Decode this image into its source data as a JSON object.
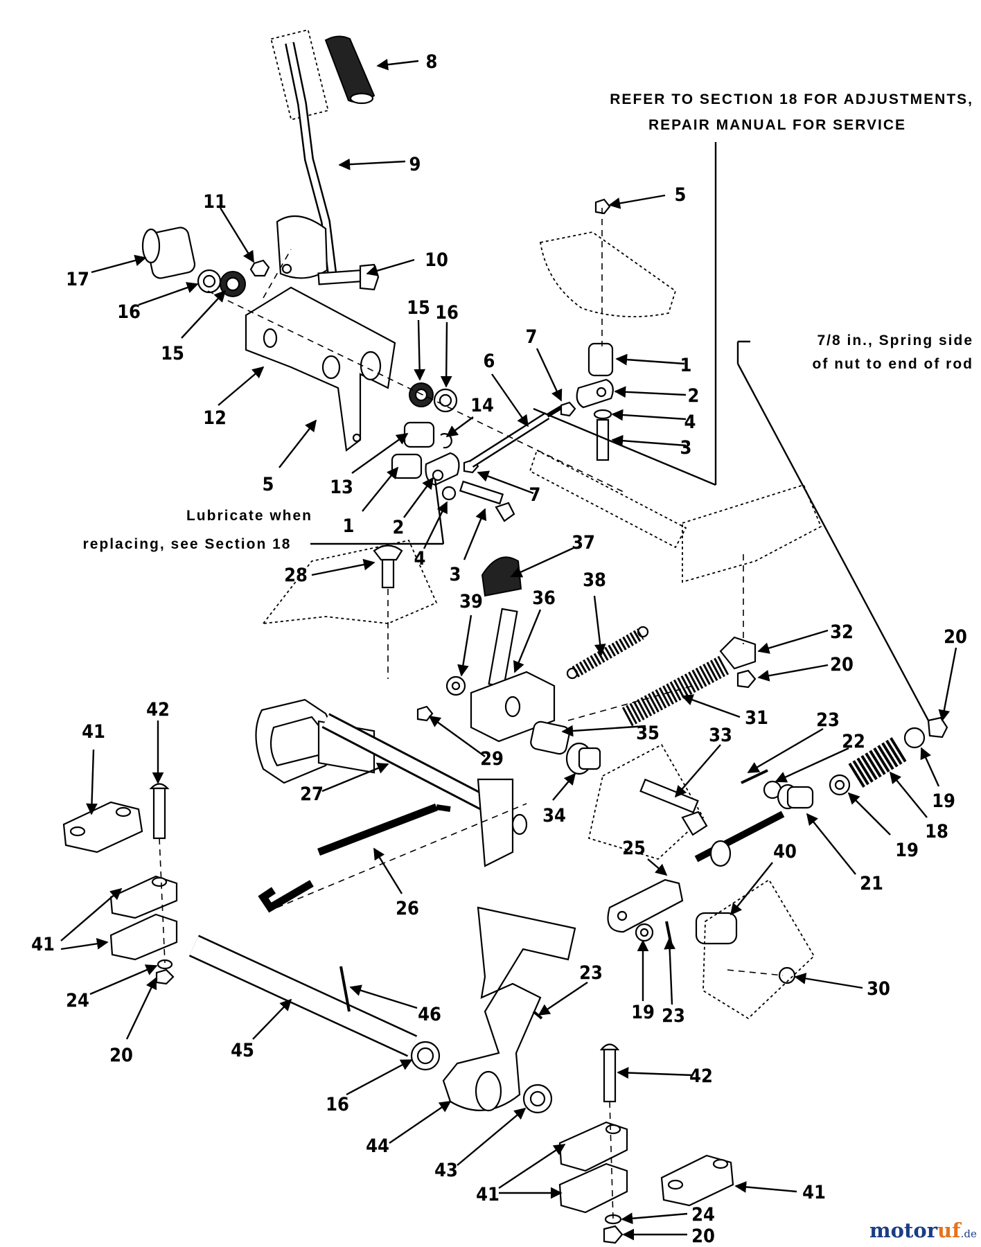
{
  "notes": {
    "refer_line1": "REFER TO SECTION 18 FOR ADJUSTMENTS,",
    "refer_line2": "REPAIR MANUAL FOR SERVICE",
    "spring_line1": "7/8 in., Spring  side",
    "spring_line2": "of nut to end of rod",
    "lube_line1": "Lubricate when",
    "lube_line2": "replacing, see Section 18"
  },
  "callouts": [
    {
      "id": "c-8",
      "text": "8"
    },
    {
      "id": "c-9",
      "text": "9"
    },
    {
      "id": "c-11",
      "text": "11"
    },
    {
      "id": "c-10",
      "text": "10"
    },
    {
      "id": "c-17",
      "text": "17"
    },
    {
      "id": "c-16a",
      "text": "16"
    },
    {
      "id": "c-15a",
      "text": "15"
    },
    {
      "id": "c-12",
      "text": "12"
    },
    {
      "id": "c-15b",
      "text": "15"
    },
    {
      "id": "c-16b",
      "text": "16"
    },
    {
      "id": "c-14",
      "text": "14"
    },
    {
      "id": "c-6",
      "text": "6"
    },
    {
      "id": "c-7a",
      "text": "7"
    },
    {
      "id": "c-5a",
      "text": "5"
    },
    {
      "id": "c-1a",
      "text": "1"
    },
    {
      "id": "c-2a",
      "text": "2"
    },
    {
      "id": "c-4a",
      "text": "4"
    },
    {
      "id": "c-3a",
      "text": "3"
    },
    {
      "id": "c-5b",
      "text": "5"
    },
    {
      "id": "c-13",
      "text": "13"
    },
    {
      "id": "c-7b",
      "text": "7"
    },
    {
      "id": "c-1b",
      "text": "1"
    },
    {
      "id": "c-2b",
      "text": "2"
    },
    {
      "id": "c-4b",
      "text": "4"
    },
    {
      "id": "c-3b",
      "text": "3"
    },
    {
      "id": "c-37",
      "text": "37"
    },
    {
      "id": "c-28",
      "text": "28"
    },
    {
      "id": "c-39",
      "text": "39"
    },
    {
      "id": "c-36",
      "text": "36"
    },
    {
      "id": "c-38",
      "text": "38"
    },
    {
      "id": "c-32",
      "text": "32"
    },
    {
      "id": "c-20a",
      "text": "20"
    },
    {
      "id": "c-20b",
      "text": "20"
    },
    {
      "id": "c-31",
      "text": "31"
    },
    {
      "id": "c-35",
      "text": "35"
    },
    {
      "id": "c-29",
      "text": "29"
    },
    {
      "id": "c-33",
      "text": "33"
    },
    {
      "id": "c-23a",
      "text": "23"
    },
    {
      "id": "c-22",
      "text": "22"
    },
    {
      "id": "c-19a",
      "text": "19"
    },
    {
      "id": "c-18",
      "text": "18"
    },
    {
      "id": "c-19b",
      "text": "19"
    },
    {
      "id": "c-21",
      "text": "21"
    },
    {
      "id": "c-40",
      "text": "40"
    },
    {
      "id": "c-25",
      "text": "25"
    },
    {
      "id": "c-27",
      "text": "27"
    },
    {
      "id": "c-34",
      "text": "34"
    },
    {
      "id": "c-26",
      "text": "26"
    },
    {
      "id": "c-41a",
      "text": "41"
    },
    {
      "id": "c-42a",
      "text": "42"
    },
    {
      "id": "c-41b",
      "text": "41"
    },
    {
      "id": "c-24a",
      "text": "24"
    },
    {
      "id": "c-20c",
      "text": "20"
    },
    {
      "id": "c-46",
      "text": "46"
    },
    {
      "id": "c-45",
      "text": "45"
    },
    {
      "id": "c-23b",
      "text": "23"
    },
    {
      "id": "c-19c",
      "text": "19"
    },
    {
      "id": "c-23c",
      "text": "23"
    },
    {
      "id": "c-30",
      "text": "30"
    },
    {
      "id": "c-42b",
      "text": "42"
    },
    {
      "id": "c-16c",
      "text": "16"
    },
    {
      "id": "c-44",
      "text": "44"
    },
    {
      "id": "c-43",
      "text": "43"
    },
    {
      "id": "c-41c",
      "text": "41"
    },
    {
      "id": "c-41d",
      "text": "41"
    },
    {
      "id": "c-24b",
      "text": "24"
    },
    {
      "id": "c-20d",
      "text": "20"
    }
  ],
  "watermark": {
    "part1": "motor",
    "part2": "uf",
    "suffix": ".de"
  }
}
